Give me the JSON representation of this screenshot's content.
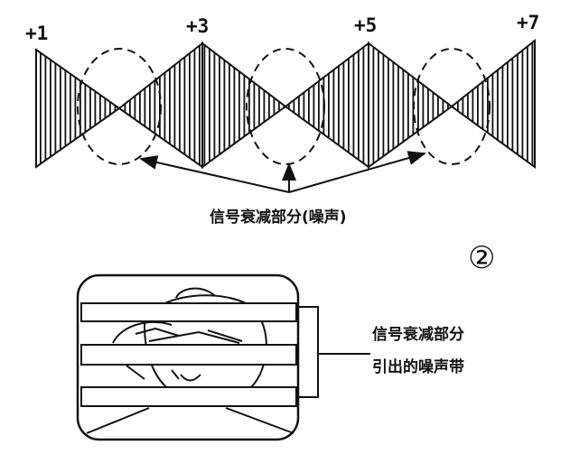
{
  "top_figure": {
    "labels": [
      "+1",
      "+3",
      "+5",
      "+7"
    ],
    "caption": "信号衰减部分(噪声)"
  },
  "figure_marker": "②",
  "bottom_figure": {
    "callout_line1": "信号衰减部分",
    "callout_line2": "引出的噪声带"
  }
}
